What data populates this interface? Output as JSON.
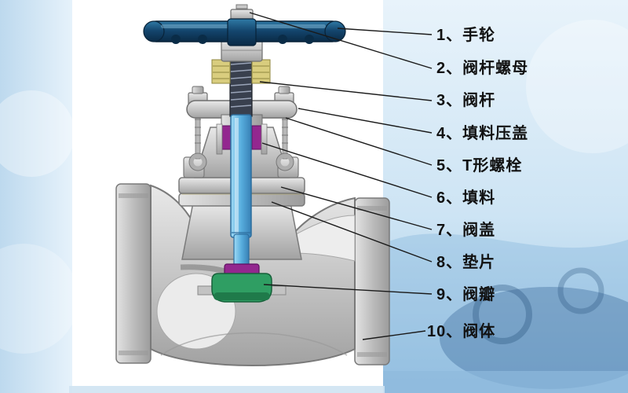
{
  "diagram": {
    "type": "globe-valve-cutaway",
    "parts": [
      {
        "num": "1",
        "name": "手轮",
        "label": "1、手轮"
      },
      {
        "num": "2",
        "name": "阀杆螺母",
        "label": "2、阀杆螺母"
      },
      {
        "num": "3",
        "name": "阀杆",
        "label": "3、阀杆"
      },
      {
        "num": "4",
        "name": "填料压盖",
        "label": "4、填料压盖"
      },
      {
        "num": "5",
        "name": "T形螺栓",
        "label": "5、T形螺栓"
      },
      {
        "num": "6",
        "name": "填料",
        "label": "6、填料"
      },
      {
        "num": "7",
        "name": "阀盖",
        "label": "7、阀盖"
      },
      {
        "num": "8",
        "name": "垫片",
        "label": "8、垫片"
      },
      {
        "num": "9",
        "name": "阀瓣",
        "label": "9、阀瓣"
      },
      {
        "num": "10",
        "name": "阀体",
        "label": "10、阀体"
      }
    ]
  },
  "colors": {
    "handwheel": "#12395c",
    "stem_blue": "#58aede",
    "packing_purple": "#93278f",
    "disc_green": "#2f9e63",
    "metal_gray": "#c9c9c9",
    "background_blue": "#cfe3f4",
    "label_text": "#111111",
    "leader_line": "#1a1a1a"
  }
}
